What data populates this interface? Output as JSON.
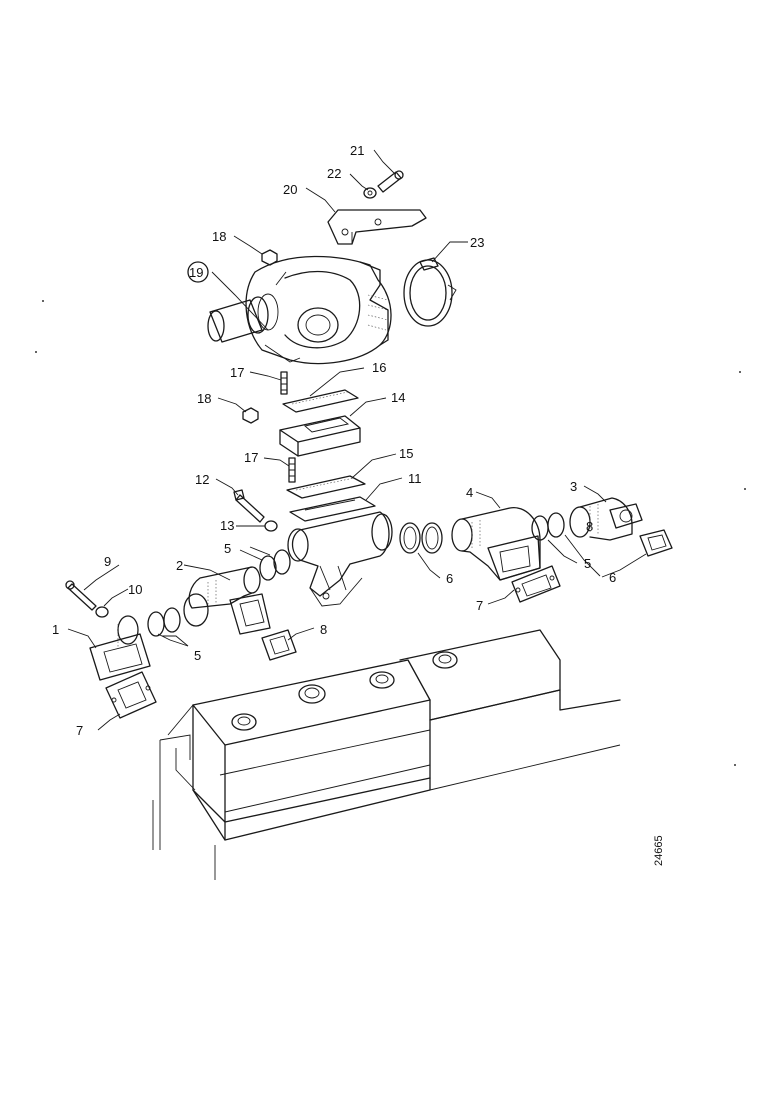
{
  "figure_number": "24665",
  "callouts": {
    "c21": "21",
    "c22": "22",
    "c20": "20",
    "c18a": "18",
    "c23": "23",
    "c19": "19",
    "c17a": "17",
    "c16": "16",
    "c18b": "18",
    "c14": "14",
    "c17b": "17",
    "c15": "15",
    "c12": "12",
    "c11": "11",
    "c4": "4",
    "c3": "3",
    "c13": "13",
    "c6a": "6",
    "c5a": "5",
    "c9": "9",
    "c2": "2",
    "c6b": "6",
    "c5b": "5",
    "c8a": "8",
    "c10": "10",
    "c7a": "7",
    "c1": "1",
    "c5c": "5",
    "c8b": "8",
    "c7b": "7"
  }
}
